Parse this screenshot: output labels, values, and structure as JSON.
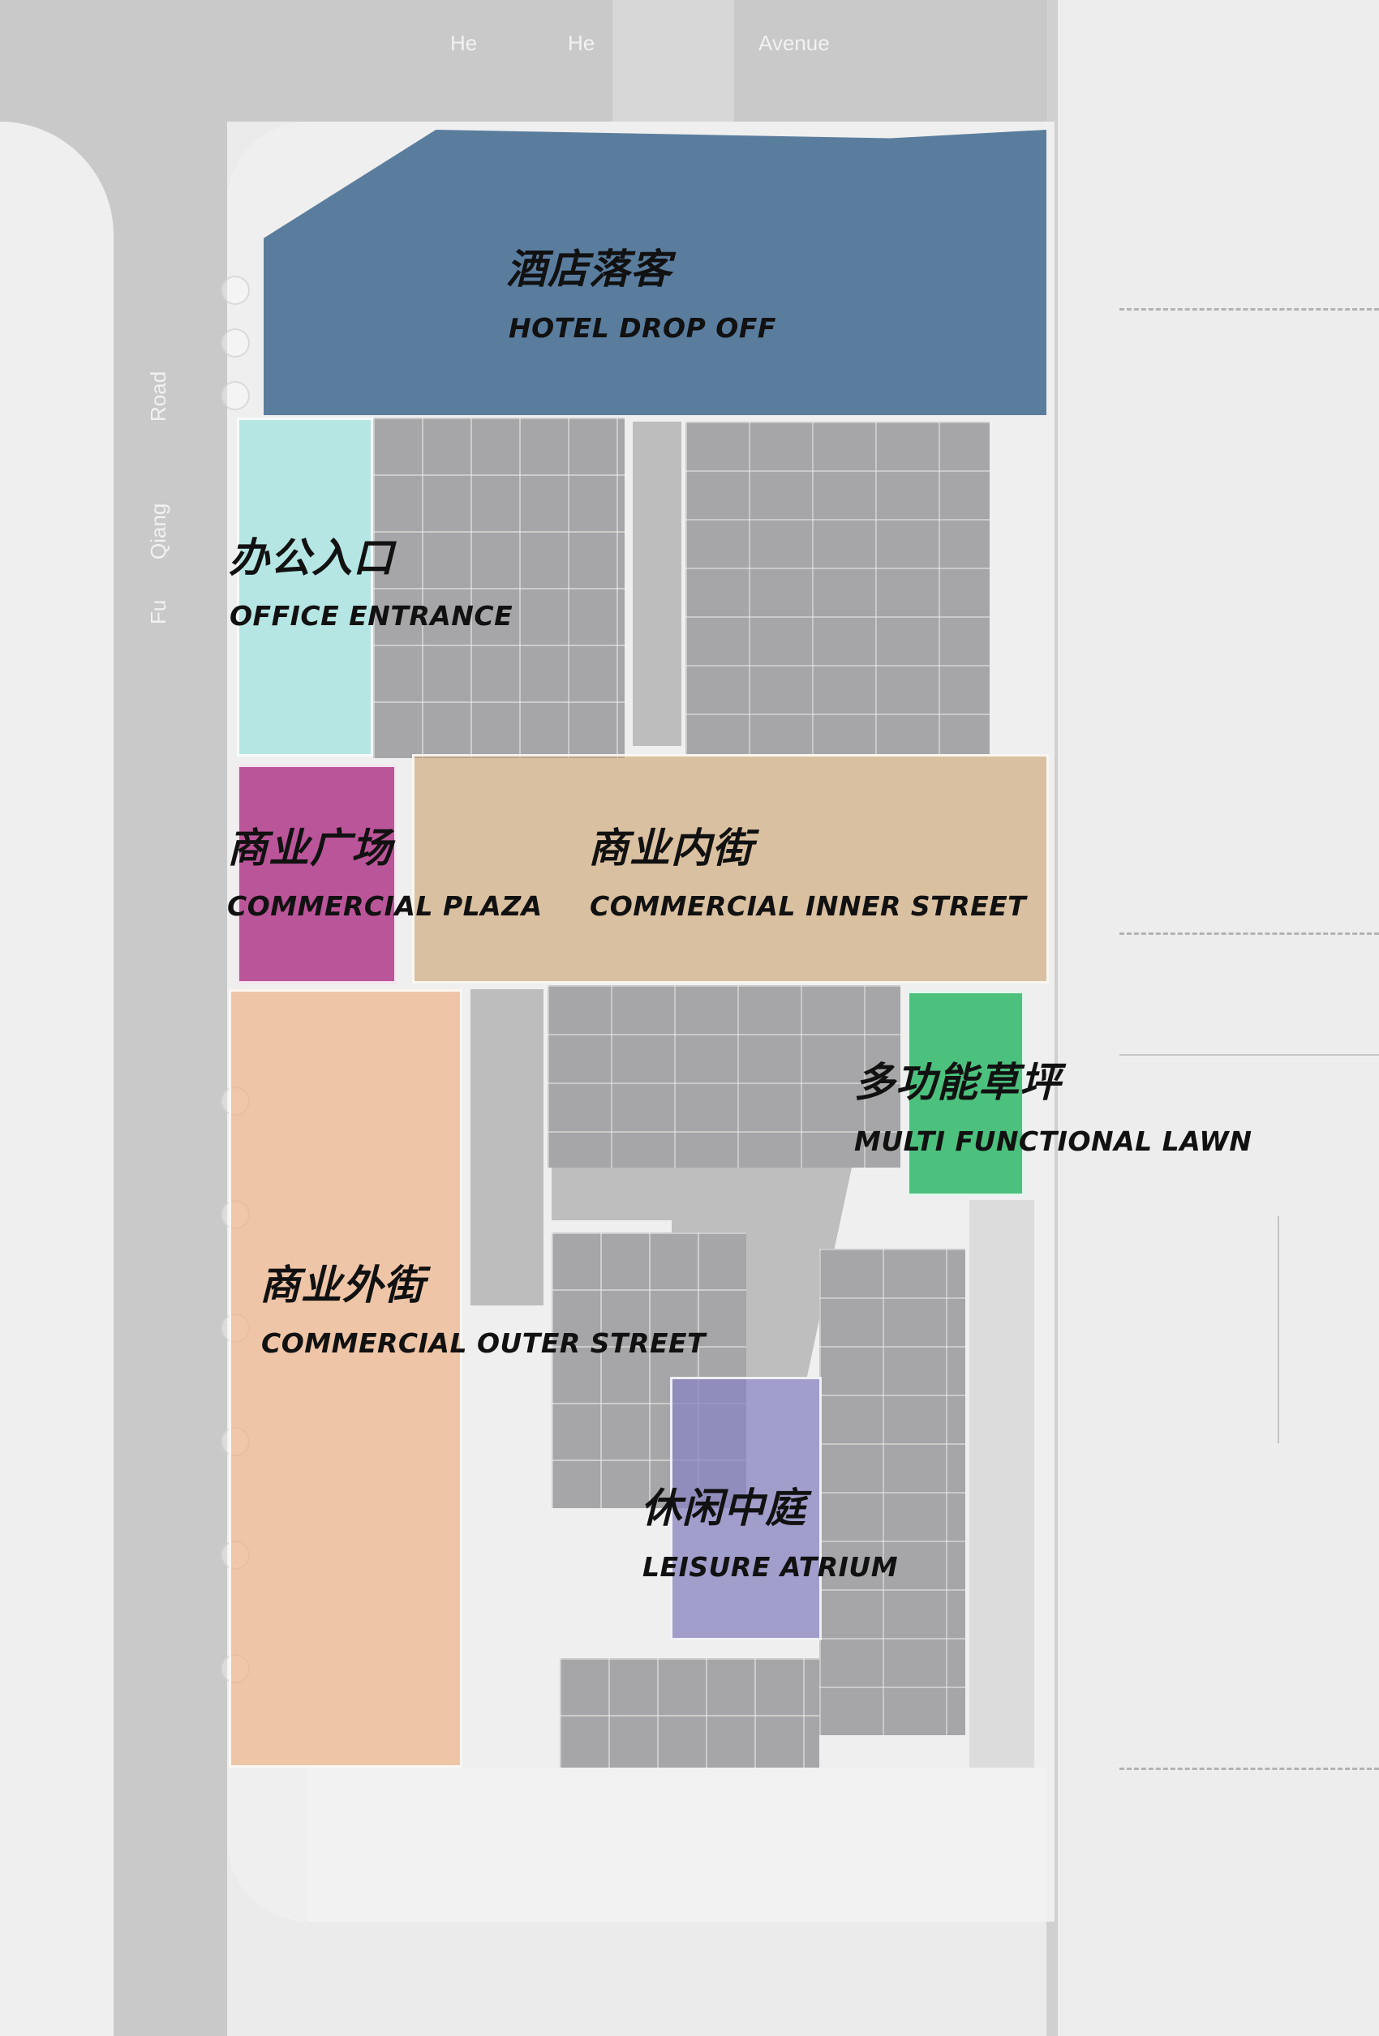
{
  "streets": {
    "north_1": "He",
    "north_2": "He",
    "north_3": "Avenue",
    "west_1": "Road",
    "west_2": "Qiang",
    "west_3": "Fu"
  },
  "zones": {
    "hotel": {
      "zh": "酒店落客",
      "en": "HOTEL DROP OFF",
      "color": "#2f5c86"
    },
    "office": {
      "zh": "办公入口",
      "en": "OFFICE ENTRANCE",
      "color": "#8fe0dc"
    },
    "commercial_plaza": {
      "zh": "商业广场",
      "en": "COMMERCIAL PLAZA",
      "color": "#b23a8a"
    },
    "commercial_inner_street": {
      "zh": "商业内街",
      "en": "COMMERCIAL INNER STREET",
      "color": "#c9a06a"
    },
    "multi_functional_lawn": {
      "zh": "多功能草坪",
      "en": "MULTI FUNCTIONAL LAWN",
      "color": "#2fb86a"
    },
    "commercial_outer_street": {
      "zh": "商业外街",
      "en": "COMMERCIAL OUTER STREET",
      "color": "#f0b38a"
    },
    "leisure_atrium": {
      "zh": "休闲中庭",
      "en": "LEISURE ATRIUM",
      "color": "#8a86c2"
    }
  }
}
